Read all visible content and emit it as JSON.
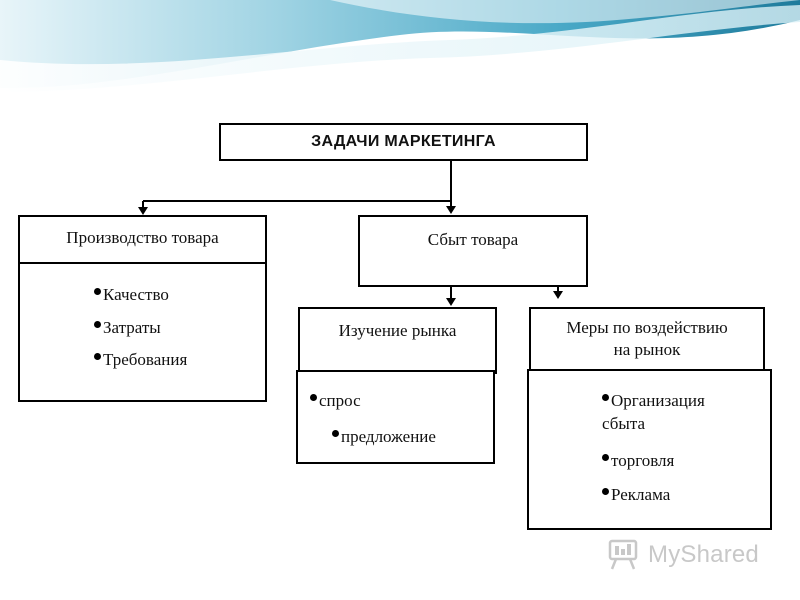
{
  "diagram": {
    "title": "ЗАДАЧИ МАРКЕТИНГА",
    "production": {
      "heading": "Производство товара",
      "items": [
        "Качество",
        "Затраты",
        "Требования"
      ]
    },
    "sales": {
      "heading": "Сбыт товара"
    },
    "market_research": {
      "heading": "Изучение рынка",
      "items": [
        "спрос",
        "предложение"
      ]
    },
    "market_influence": {
      "heading_line1": "Меры по воздействию",
      "heading_line2": "на рынок",
      "item1_line1": "Организация",
      "item1_line2": "сбыта",
      "items": [
        "торговля",
        "Реклама"
      ]
    }
  },
  "watermark": {
    "text": "MyShared"
  },
  "colors": {
    "banner_light": "#bfe3ee",
    "banner_mid": "#5fb5cf",
    "banner_dark": "#1f7a9a",
    "logo_gray": "#c8c8c8"
  }
}
